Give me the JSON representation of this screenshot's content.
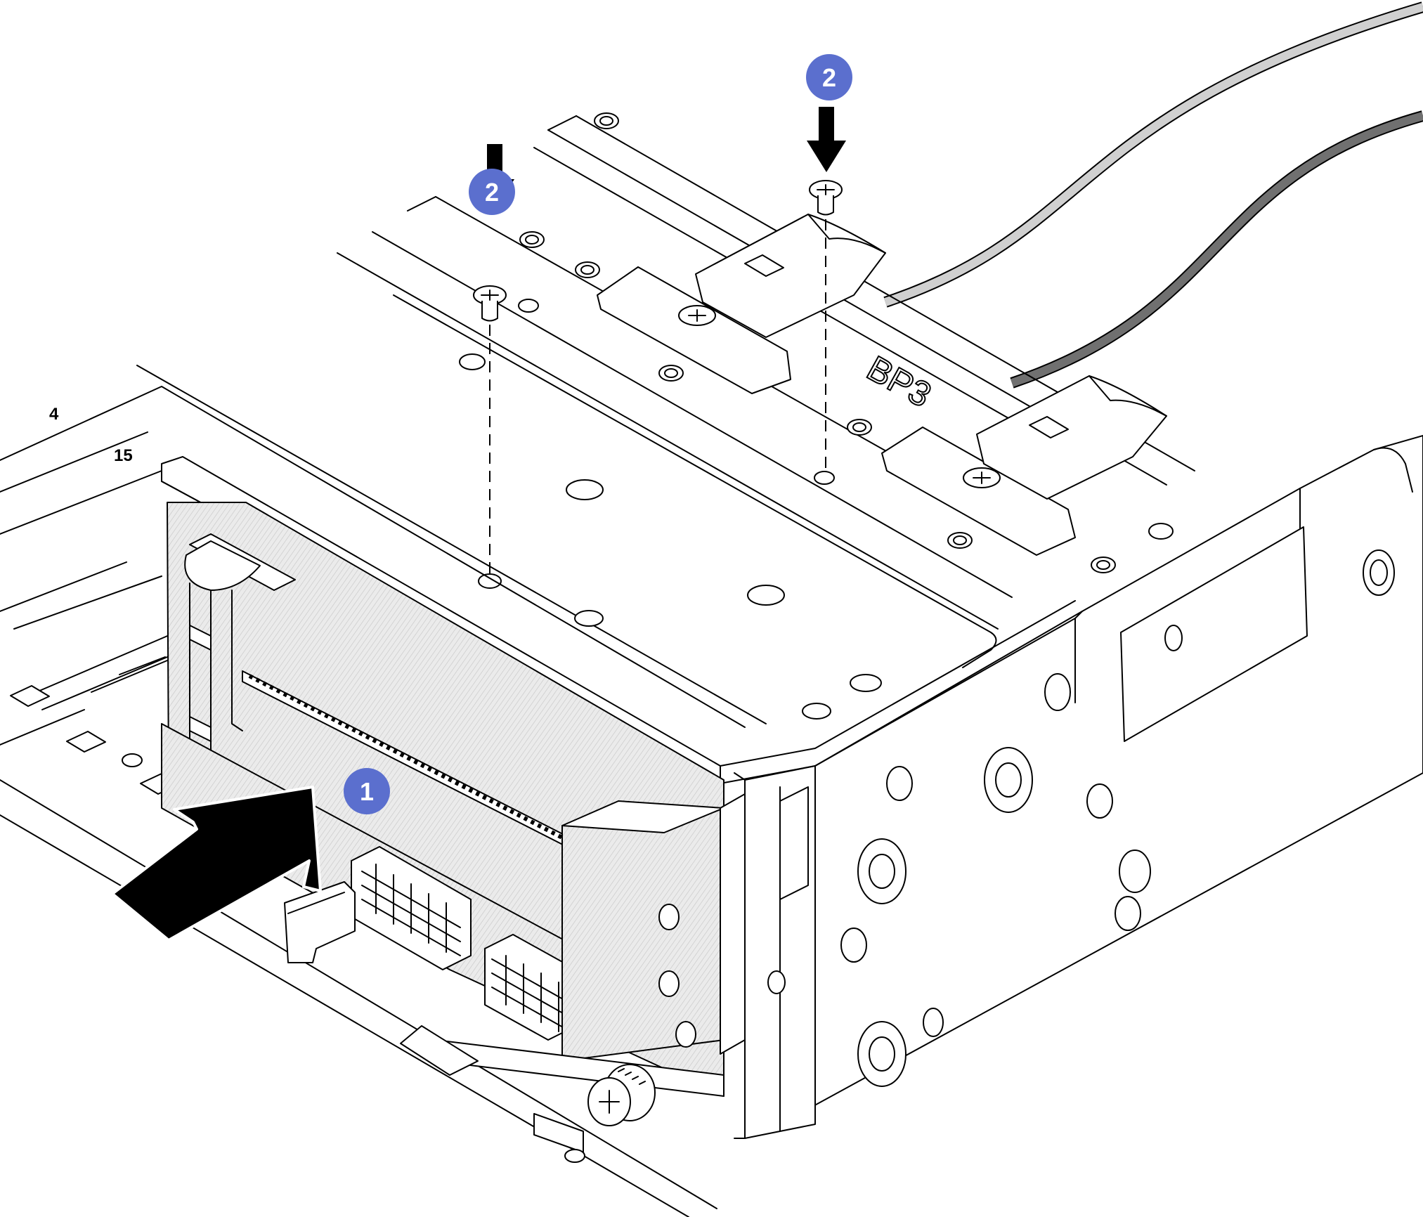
{
  "figure": {
    "bay_labels": [
      "4",
      "15"
    ],
    "backplane_label": "BP3",
    "callouts": [
      {
        "id": "step-1",
        "number": "1",
        "color": "#5b6fce"
      },
      {
        "id": "step-2-left",
        "number": "2",
        "color": "#5b6fce"
      },
      {
        "id": "step-2-right",
        "number": "2",
        "color": "#5b6fce"
      }
    ],
    "icons": [
      "push-arrow-icon",
      "down-arrow-icon",
      "screw-icon",
      "thumbscrew-icon"
    ],
    "colors": {
      "hatch": "#e6e6e6",
      "cable_light": "#d0d0d0",
      "cable_dark": "#707070",
      "arrow": "#000000"
    }
  }
}
